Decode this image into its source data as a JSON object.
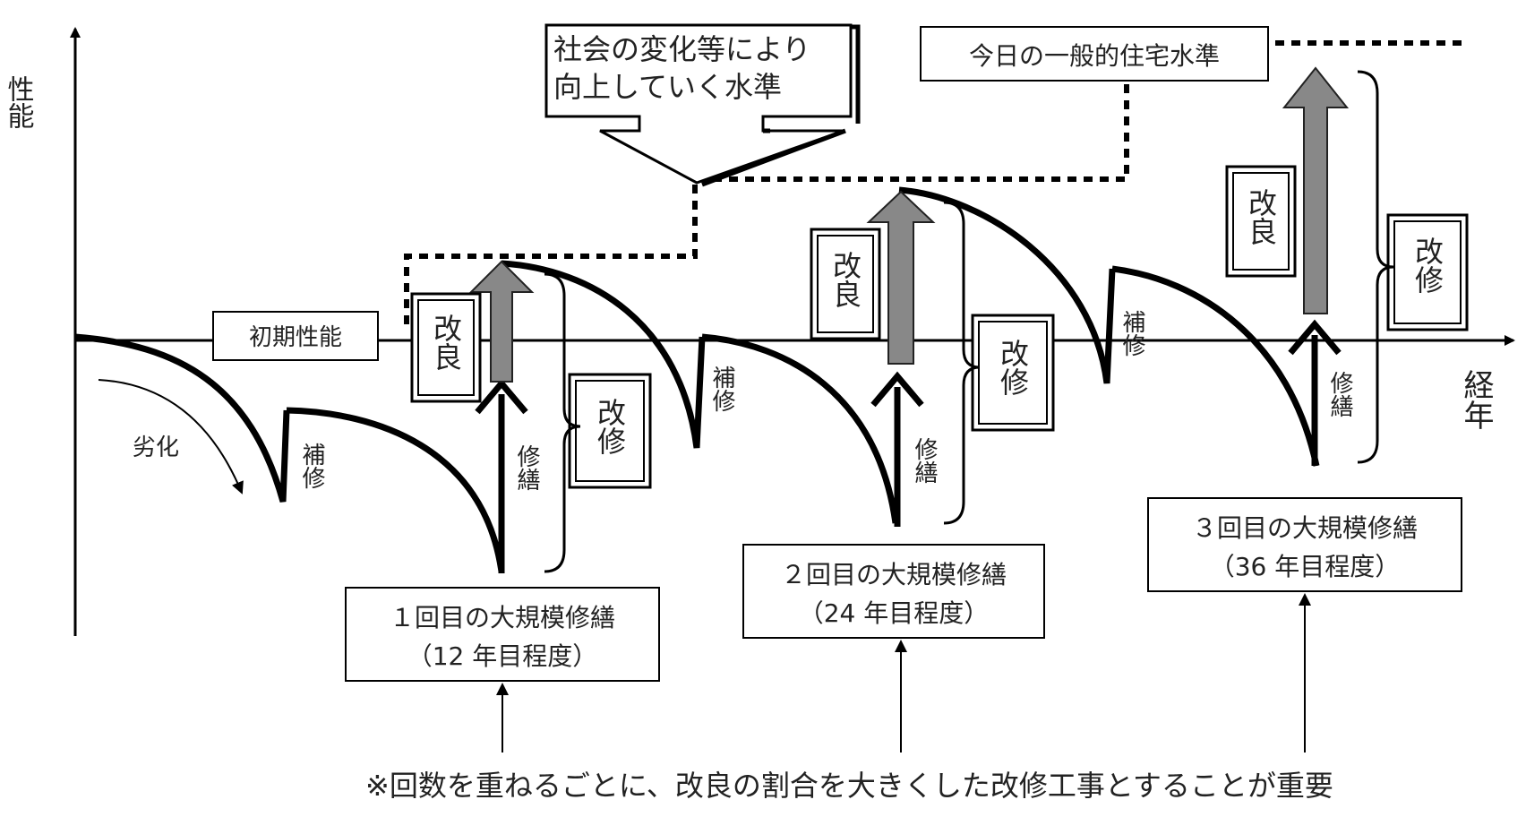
{
  "axes": {
    "y_label": "性能",
    "x_label": "経年"
  },
  "initial_performance": "初期性能",
  "deterioration": "劣化",
  "rising_standard": [
    "社会の変化等により",
    "向上していく水準"
  ],
  "current_standard": "今日の一般的住宅水準",
  "repair": "補修",
  "restoration": "修繕",
  "improvement": "改良",
  "renovation": "改修",
  "major_repairs": [
    {
      "title": "１回目の大規模修繕",
      "when": "（12 年目程度）"
    },
    {
      "title": "２回目の大規模修繕",
      "when": "（24 年目程度）"
    },
    {
      "title": "３回目の大規模修繕",
      "when": "（36 年目程度）"
    }
  ],
  "note": "※回数を重ねるごとに、改良の割合を大きくした改修工事とすることが重要"
}
